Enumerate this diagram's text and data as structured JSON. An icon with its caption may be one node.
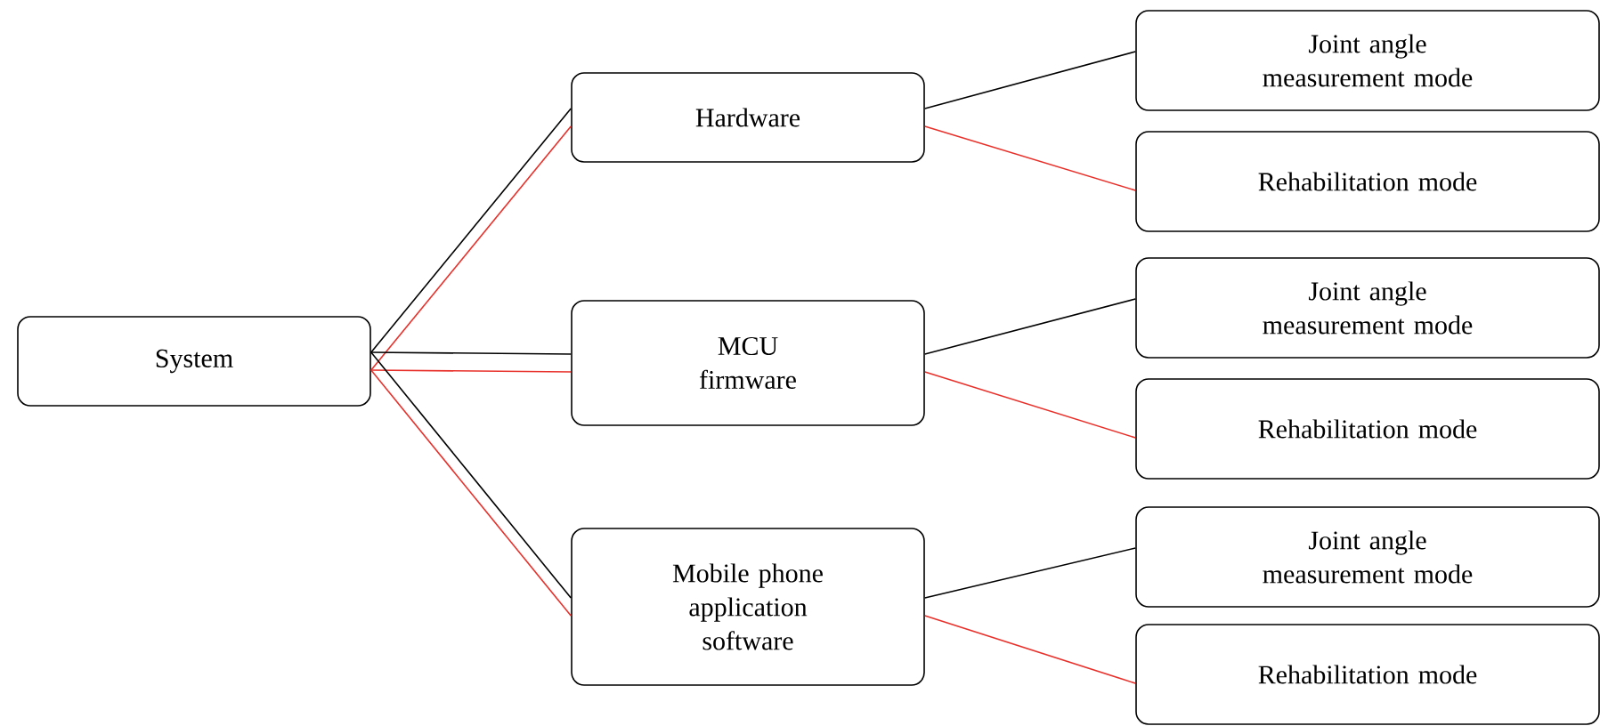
{
  "diagram": {
    "nodes": [
      {
        "text": [
          "System"
        ]
      },
      {
        "text": [
          "Hardware"
        ]
      },
      {
        "text": [
          "MCU firmware"
        ]
      },
      {
        "text": [
          "Mobile phone application software"
        ]
      },
      {
        "text": [
          "Joint angle measurement mode"
        ]
      },
      {
        "text": [
          "Rehabilitation mode"
        ]
      },
      {
        "text": [
          "Joint angle measurement mode"
        ]
      },
      {
        "text": [
          "Rehabilitation mode"
        ]
      },
      {
        "text": [
          "Joint angle measurement mode"
        ]
      },
      {
        "text": [
          "Rehabilitation mode"
        ]
      }
    ],
    "edges": [
      {
        "from": 0,
        "to": 1,
        "arrow": "none"
      },
      {
        "from": 0,
        "to": 1,
        "arrow": "none",
        "color": "#e8302a"
      },
      {
        "from": 0,
        "to": 2,
        "arrow": "none"
      },
      {
        "from": 0,
        "to": 2,
        "arrow": "none",
        "color": "#e8302a"
      },
      {
        "from": 0,
        "to": 3,
        "arrow": "none"
      },
      {
        "from": 0,
        "to": 3,
        "arrow": "none",
        "color": "#e8302a"
      },
      {
        "from": 1,
        "to": 4,
        "arrow": "none"
      },
      {
        "from": 1,
        "to": 5,
        "arrow": "none",
        "color": "#e8302a"
      },
      {
        "from": 2,
        "to": 6,
        "arrow": "none"
      },
      {
        "from": 2,
        "to": 7,
        "arrow": "none",
        "color": "#e8302a"
      },
      {
        "from": 3,
        "to": 8,
        "arrow": "none"
      },
      {
        "from": 3,
        "to": 9,
        "arrow": "none",
        "color": "#e8302a"
      }
    ]
  }
}
